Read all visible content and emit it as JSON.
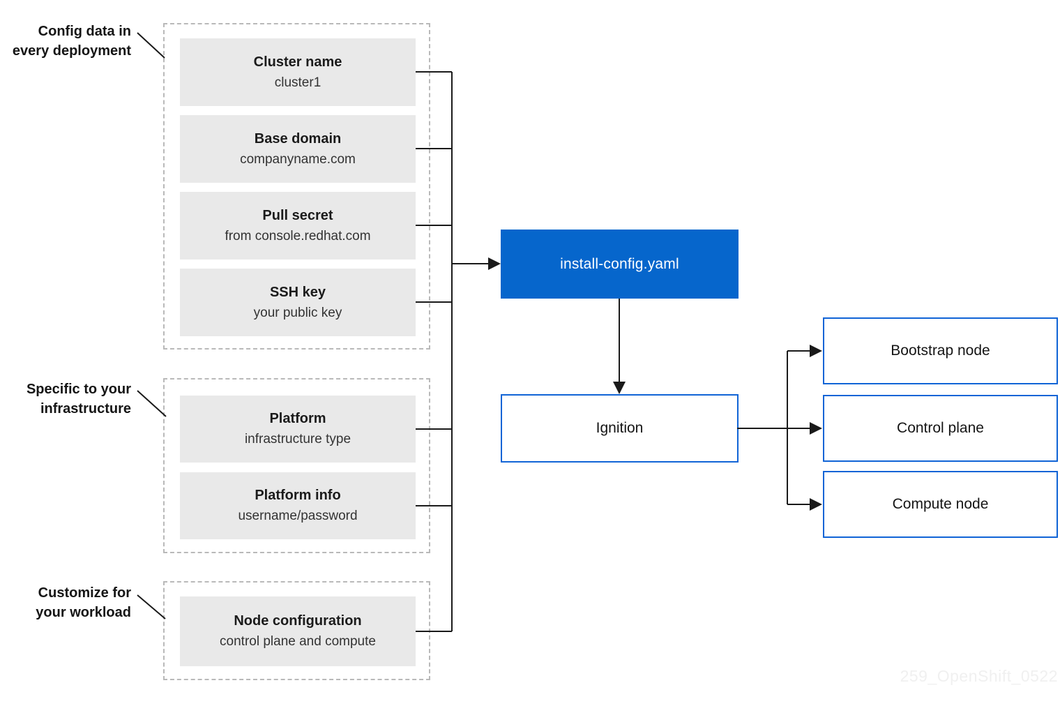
{
  "labels": {
    "config_data": {
      "line1": "Config data in",
      "line2": "every deployment"
    },
    "infrastructure": {
      "line1": "Specific to your",
      "line2": "infrastructure"
    },
    "workload": {
      "line1": "Customize for",
      "line2": "your workload"
    }
  },
  "config_boxes": [
    {
      "title": "Cluster name",
      "subtitle": "cluster1"
    },
    {
      "title": "Base domain",
      "subtitle": "companyname.com"
    },
    {
      "title": "Pull secret",
      "subtitle": "from console.redhat.com"
    },
    {
      "title": "SSH key",
      "subtitle": "your public key"
    }
  ],
  "infra_boxes": [
    {
      "title": "Platform",
      "subtitle": "infrastructure type"
    },
    {
      "title": "Platform info",
      "subtitle": "username/password"
    }
  ],
  "workload_boxes": [
    {
      "title": "Node configuration",
      "subtitle": "control plane and compute"
    }
  ],
  "flow": {
    "install_config": "install-config.yaml",
    "ignition": "Ignition"
  },
  "nodes": [
    {
      "label": "Bootstrap node"
    },
    {
      "label": "Control plane"
    },
    {
      "label": "Compute node"
    }
  ],
  "watermark": "259_OpenShift_0522",
  "colors": {
    "accent_blue_fill": "#0666cc",
    "accent_blue_border": "#1064d6",
    "box_gray": "#e9e9e9",
    "dashed_border_gray": "#b9b9b9",
    "connector_black": "#1a1a1a",
    "title_text": "#1b1b1b",
    "subtitle_text": "#333333",
    "watermark_gray": "#f0f0f0"
  }
}
